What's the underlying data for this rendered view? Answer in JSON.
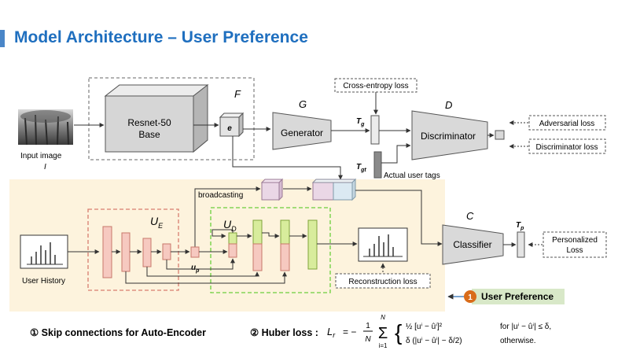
{
  "title": "Model Architecture – User Preference",
  "labels": {
    "input_image": "Input image",
    "input_image_sym": "I",
    "resnet_line1": "Resnet-50",
    "resnet_line2": "Base",
    "F": "F",
    "e": "e",
    "G": "G",
    "generator": "Generator",
    "D": "D",
    "discriminator": "Discriminator",
    "tg": "T",
    "tg_sub": "g",
    "tgt": "T",
    "tgt_sub": "gt",
    "cross_entropy": "Cross-entropy loss",
    "actual_tags": "Actual user tags",
    "adversarial": "Adversarial loss",
    "disc_loss": "Discriminator loss",
    "broadcasting": "broadcasting",
    "user_history": "User History",
    "UE": "U",
    "UE_sub": "E",
    "UD": "U",
    "UD_sub": "D",
    "up": "u",
    "up_sub": "p",
    "reconstruction": "Reconstruction loss",
    "C": "C",
    "classifier": "Classifier",
    "tp": "T",
    "tp_sub": "p",
    "personalized_1": "Personalized",
    "personalized_2": "Loss",
    "badge_num": "1",
    "user_pref": "User Preference"
  },
  "notes": {
    "skip": "① Skip connections for Auto-Encoder",
    "huber": "② Huber loss :"
  },
  "formula": {
    "lhs": "L",
    "lhs_sub": "r",
    "eq": "= −",
    "frac_num": "1",
    "frac_den": "N",
    "sum_top": "N",
    "sum_bot": "i=1",
    "case1": "½ [uⁱ − ûⁱ]²",
    "case2": "δ (|uⁱ − ûⁱ| − δ/2)",
    "cond1": "for |uⁱ − ûⁱ| ≤ δ,",
    "cond2": "otherwise."
  },
  "colors": {
    "title": "#1f6fbf",
    "pink": "#f6c9c0",
    "pink_stroke": "#c8786a",
    "green": "#d8ec9c",
    "green_stroke": "#7fa33a",
    "panel": "#fdf3dd",
    "ue_border": "#d87d6f",
    "ud_border": "#6ccf3c",
    "badge": "#d96c1a",
    "pref_bg": "#d8e8c8"
  }
}
